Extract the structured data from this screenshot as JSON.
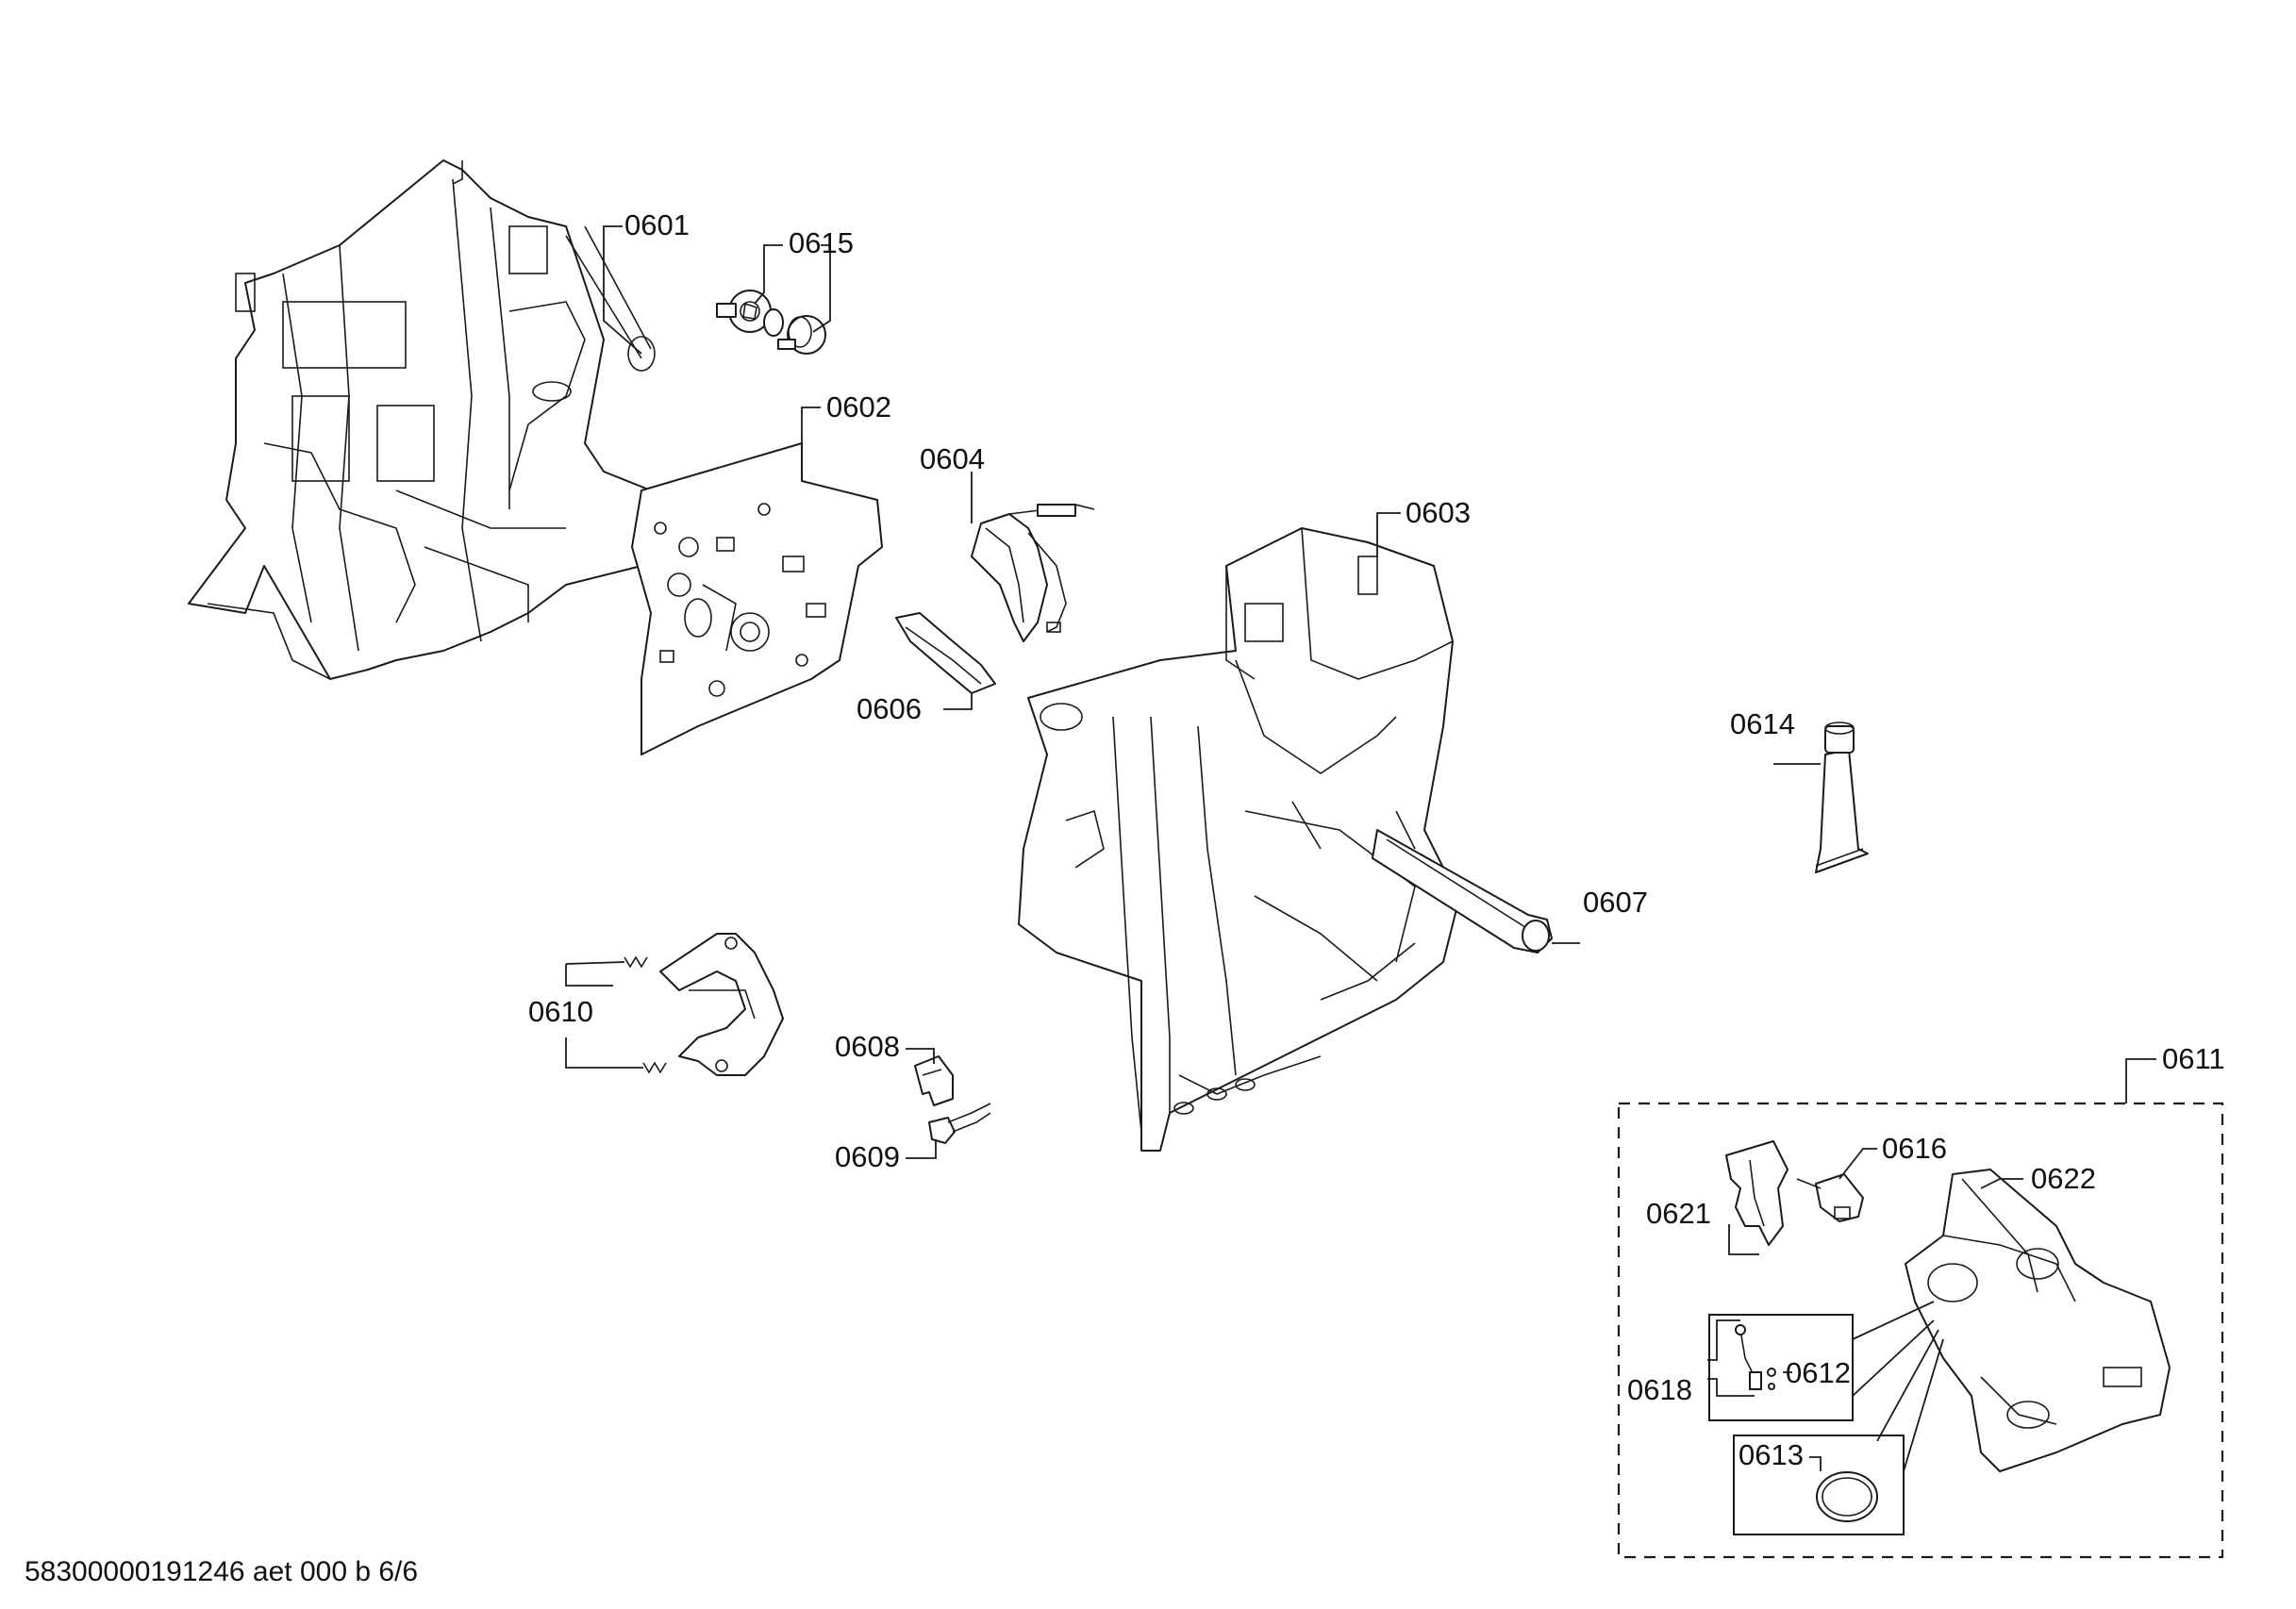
{
  "labels": {
    "p0601": "0601",
    "p0602": "0602",
    "p0603": "0603",
    "p0604": "0604",
    "p0606": "0606",
    "p0607": "0607",
    "p0608": "0608",
    "p0609": "0609",
    "p0610": "0610",
    "p0611": "0611",
    "p0612": "0612",
    "p0613": "0613",
    "p0614": "0614",
    "p0615": "0615",
    "p0616": "0616",
    "p0618": "0618",
    "p0621": "0621",
    "p0622": "0622"
  },
  "footer": {
    "doc_id": "58300000191246 aet 000 b 6/6"
  }
}
